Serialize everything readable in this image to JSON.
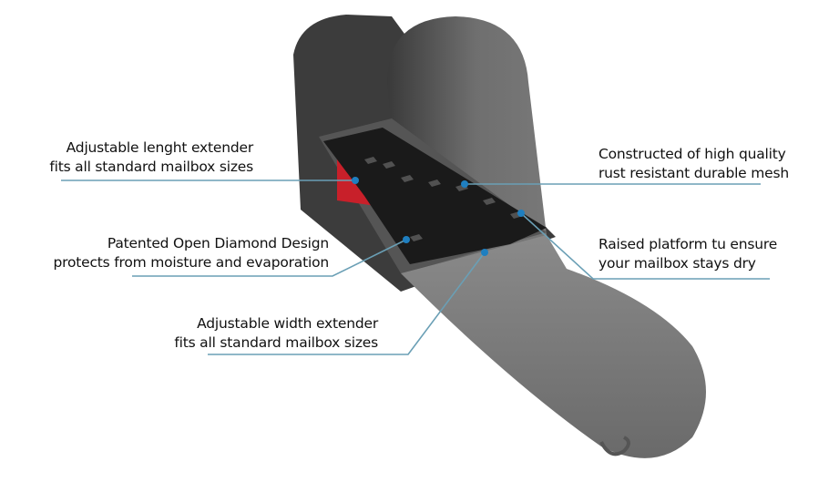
{
  "callouts": {
    "length_extender": {
      "line1": "Adjustable lenght extender",
      "line2": "fits all standard mailbox sizes"
    },
    "diamond_design": {
      "line1": "Patented Open Diamond Design",
      "line2": "protects from moisture and evaporation"
    },
    "width_extender": {
      "line1": "Adjustable width extender",
      "line2": "fits all standard mailbox sizes"
    },
    "mesh_quality": {
      "line1": "Constructed of high quality",
      "line2": "rust resistant durable mesh"
    },
    "raised_platform": {
      "line1": "Raised platform tu ensure",
      "line2": "your mailbox stays dry"
    }
  },
  "colors": {
    "leader_line": "#6a9fb5",
    "dot": "#1f7fc0",
    "mailbox": "#6b6b6b",
    "mesh": "#1a1a1a",
    "flag": "#c8202a"
  }
}
